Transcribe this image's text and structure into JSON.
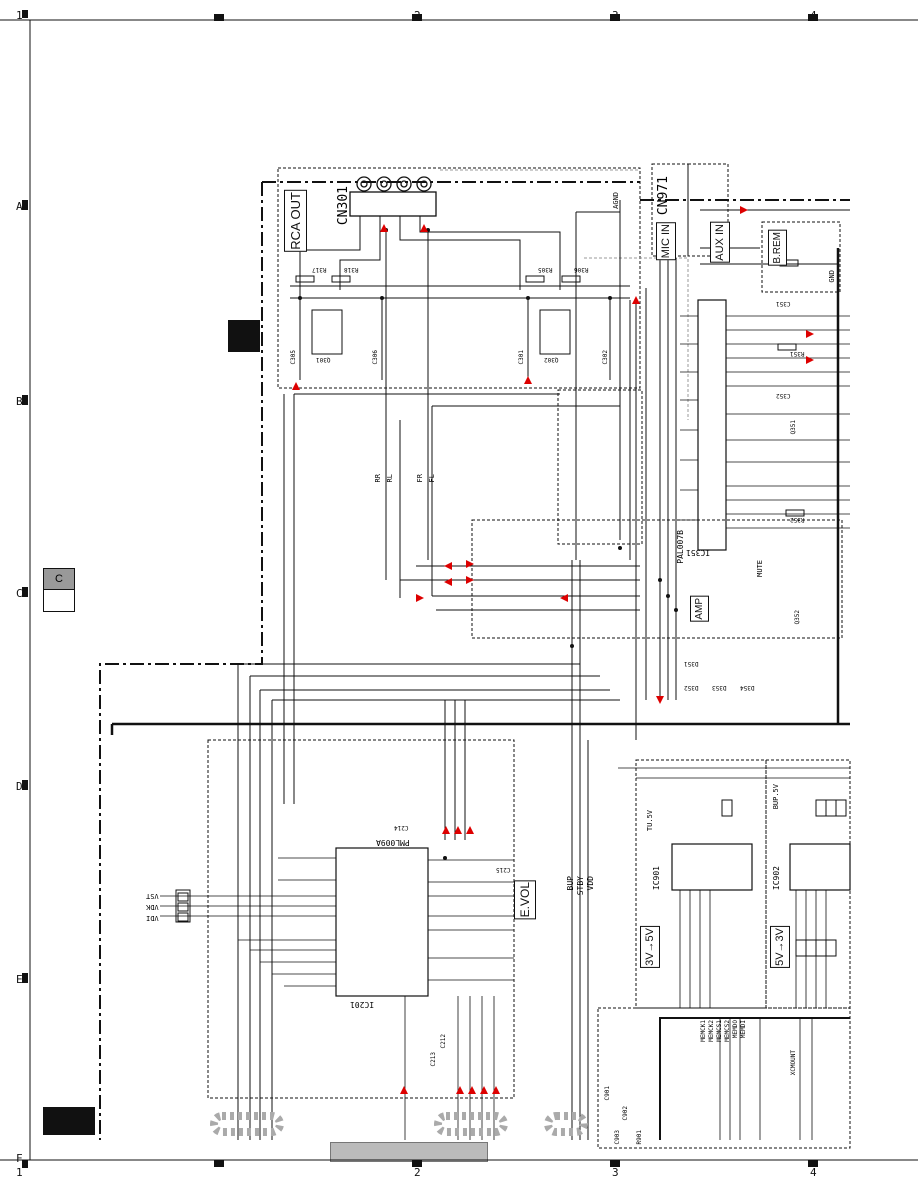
{
  "grid": {
    "columns": [
      "1",
      "2",
      "3",
      "4"
    ],
    "rows": [
      "A",
      "B",
      "C",
      "D",
      "E",
      "F"
    ]
  },
  "blocks": {
    "rca_out": "RCA OUT",
    "cn301": "CN301",
    "cn971": "CN971",
    "mic_in": "MIC IN",
    "aux_in": "AUX IN",
    "b_rem": "B.REM",
    "amp": "AMP",
    "e_vol": "E.VOL",
    "ic201": "IC201",
    "ic201_part": "PML009A",
    "ic351": "IC351",
    "ic351_part": "PAL007B",
    "level_3v_5v": "3V→5V",
    "level_5v_3v": "5V→3V",
    "ic901": "IC901",
    "ic902": "IC902"
  },
  "connector_labels": [
    "VST",
    "VDK",
    "VDI"
  ],
  "net_labels": [
    "RR",
    "RL",
    "FR",
    "FL",
    "BUP",
    "STBY",
    "VDD",
    "AGND",
    "GND",
    "MUTE",
    "TU.5V",
    "BUP.5V"
  ],
  "components": [
    "R317",
    "R318",
    "R305",
    "R306",
    "Q301",
    "Q302",
    "C305",
    "C306",
    "C301",
    "C302",
    "Q351",
    "Q352",
    "C351",
    "C352",
    "R351",
    "R352",
    "D351",
    "D352",
    "D353",
    "D354",
    "R901",
    "C901",
    "C902",
    "C903",
    "C212",
    "C213",
    "C214",
    "C215"
  ],
  "buses": [
    "MEMCK1",
    "MEMCK2",
    "MEMCS1",
    "MEMCS2",
    "MEMDO",
    "MEMDI",
    "XCMOUNT"
  ],
  "side_section": "C"
}
